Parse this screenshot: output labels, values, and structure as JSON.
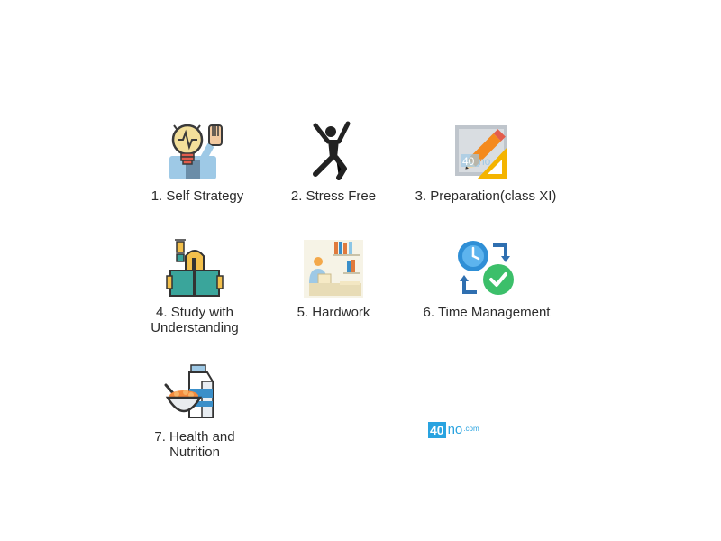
{
  "items": [
    {
      "label": "1. Self Strategy",
      "icon": "bulb-hand-icon"
    },
    {
      "label": "2. Stress Free",
      "icon": "jumping-person-icon"
    },
    {
      "label": "3. Preparation(class XI)",
      "icon": "pencil-ruler-icon"
    },
    {
      "label": "4. Study with\nUnderstanding",
      "icon": "reading-person-icon"
    },
    {
      "label": "5. Hardwork",
      "icon": "desk-worker-icon"
    },
    {
      "label": "6. Time Management",
      "icon": "clock-check-cycle-icon"
    },
    {
      "label": "7. Health and\nNutrition",
      "icon": "food-bowl-milk-icon"
    }
  ],
  "watermark": {
    "box": "40",
    "rest": "no",
    "suffix": ".com"
  },
  "colors": {
    "brand": "#29a3e0",
    "text": "#2b2b2b"
  }
}
